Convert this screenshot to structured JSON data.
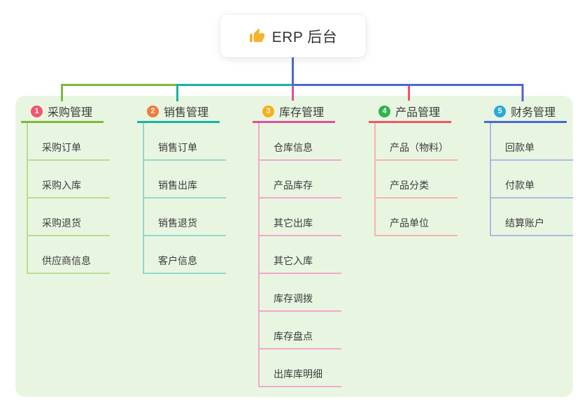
{
  "root": {
    "title": "ERP 后台",
    "icon": "thumbs-up-icon",
    "icon_color": "#f3b32c",
    "stem_color": "#4a66d8"
  },
  "panel": {
    "bg": "#e8f6e1"
  },
  "branches": [
    {
      "num": "1",
      "title": "采购管理",
      "badge_color": "#f4546e",
      "line_color": "#7db83e",
      "light_color": "#b9dc92",
      "children": [
        "采购订单",
        "采购入库",
        "采购退货",
        "供应商信息"
      ]
    },
    {
      "num": "2",
      "title": "销售管理",
      "badge_color": "#f57a3c",
      "line_color": "#17b3a3",
      "light_color": "#93d8cb",
      "children": [
        "销售订单",
        "销售出库",
        "销售退货",
        "客户信息"
      ]
    },
    {
      "num": "3",
      "title": "库存管理",
      "badge_color": "#f9ae19",
      "line_color": "#de4f9d",
      "light_color": "#f2a7cd",
      "children": [
        "仓库信息",
        "产品库存",
        "其它出库",
        "其它入库",
        "库存调拨",
        "库存盘点",
        "出库库明细"
      ]
    },
    {
      "num": "4",
      "title": "产品管理",
      "badge_color": "#2eb350",
      "line_color": "#f1565e",
      "light_color": "#f6b3b0",
      "children": [
        "产品（物料）",
        "产品分类",
        "产品单位"
      ]
    },
    {
      "num": "5",
      "title": "财务管理",
      "badge_color": "#2ba7e0",
      "line_color": "#4a66d8",
      "light_color": "#abbae7",
      "children": [
        "回款单",
        "付款单",
        "结算账户"
      ]
    }
  ]
}
